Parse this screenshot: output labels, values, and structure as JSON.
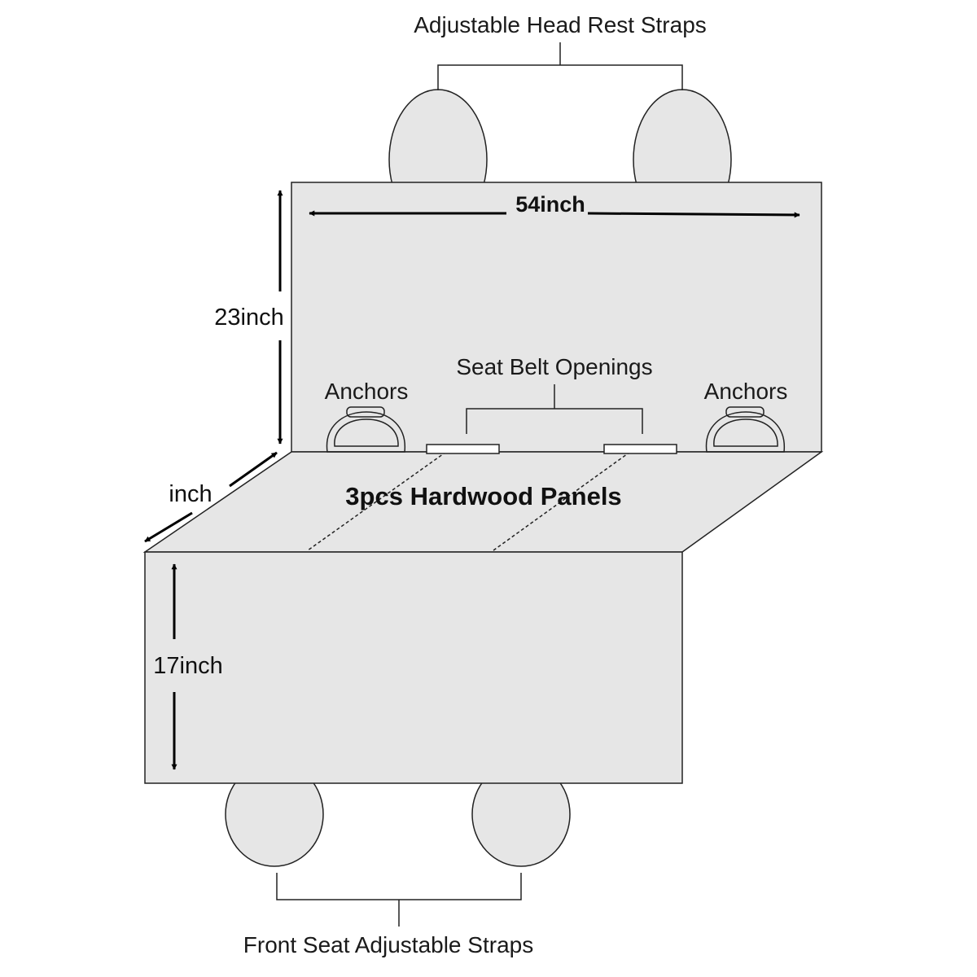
{
  "labels": {
    "headrest_straps": "Adjustable Head Rest Straps",
    "front_seat_straps": "Front Seat Adjustable Straps",
    "seat_belt_openings": "Seat Belt Openings",
    "anchors_left": "Anchors",
    "anchors_right": "Anchors",
    "panels": "3pcs Hardwood Panels"
  },
  "dimensions": {
    "width": "54inch",
    "back_height": "23inch",
    "depth": "inch",
    "front_height": "17inch"
  },
  "colors": {
    "panel_fill": "#e6e6e6",
    "outline": "#222222",
    "arrow": "#000000",
    "background": "#ffffff"
  }
}
